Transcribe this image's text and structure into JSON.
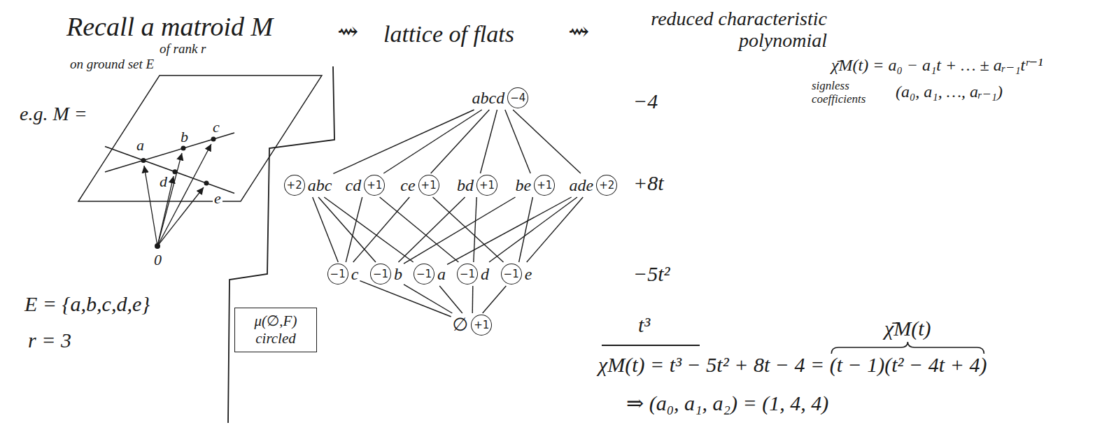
{
  "diagram": {
    "nodes": [
      {
        "text": [
          "abcd",
          "−4"
        ]
      },
      {
        "text": [
          "abc",
          "+2"
        ]
      },
      {
        "text": [
          "cd",
          "+1"
        ]
      },
      {
        "text": [
          "ce",
          "+1"
        ]
      },
      {
        "text": [
          "bd",
          "+1"
        ]
      },
      {
        "text": [
          "be",
          "+1"
        ]
      },
      {
        "text": [
          "ade",
          "+2"
        ]
      },
      {
        "text": [
          "c",
          "−1"
        ]
      },
      {
        "text": [
          "b",
          "−1"
        ]
      },
      {
        "text": [
          "a",
          "−1"
        ]
      },
      {
        "text": [
          "d",
          "−1"
        ]
      },
      {
        "text": [
          "e",
          "−1"
        ]
      },
      {
        "text": [
          "∅",
          "+1"
        ]
      },
      {
        "text": [
          "μ(∅,F) circled"
        ]
      }
    ],
    "edges": [
      {
        "from": 0,
        "to": 1,
        "arrow": "none"
      },
      {
        "from": 0,
        "to": 2,
        "arrow": "none"
      },
      {
        "from": 0,
        "to": 3,
        "arrow": "none"
      },
      {
        "from": 0,
        "to": 4,
        "arrow": "none"
      },
      {
        "from": 0,
        "to": 5,
        "arrow": "none"
      },
      {
        "from": 0,
        "to": 6,
        "arrow": "none"
      },
      {
        "from": 1,
        "to": 7,
        "arrow": "none"
      },
      {
        "from": 1,
        "to": 8,
        "arrow": "none"
      },
      {
        "from": 1,
        "to": 9,
        "arrow": "none"
      },
      {
        "from": 2,
        "to": 7,
        "arrow": "none"
      },
      {
        "from": 2,
        "to": 10,
        "arrow": "none"
      },
      {
        "from": 3,
        "to": 7,
        "arrow": "none"
      },
      {
        "from": 3,
        "to": 11,
        "arrow": "none"
      },
      {
        "from": 4,
        "to": 8,
        "arrow": "none"
      },
      {
        "from": 4,
        "to": 10,
        "arrow": "none"
      },
      {
        "from": 5,
        "to": 8,
        "arrow": "none"
      },
      {
        "from": 5,
        "to": 11,
        "arrow": "none"
      },
      {
        "from": 6,
        "to": 9,
        "arrow": "none"
      },
      {
        "from": 6,
        "to": 10,
        "arrow": "none"
      },
      {
        "from": 6,
        "to": 11,
        "arrow": "none"
      },
      {
        "from": 7,
        "to": 12,
        "arrow": "none"
      },
      {
        "from": 8,
        "to": 12,
        "arrow": "none"
      },
      {
        "from": 9,
        "to": 12,
        "arrow": "none"
      },
      {
        "from": 10,
        "to": 12,
        "arrow": "none"
      },
      {
        "from": 11,
        "to": 12,
        "arrow": "none"
      }
    ],
    "labels": [
      "Recall a matroid M",
      "of rank r",
      "on ground set E",
      "⇝",
      "lattice of flats",
      "⇝",
      "reduced characteristic polynomial",
      "χ̄M(t) = a₀ − a₁t + … ± aᵣ₋₁tʳ⁻¹",
      "signless coefficients",
      "(a₀, a₁, …, aᵣ₋₁)",
      "e.g. M =",
      "a",
      "b",
      "c",
      "d",
      "e",
      "0",
      "E = {a,b,c,d,e}",
      "r = 3",
      "−4",
      "+8t",
      "−5t²",
      "t³",
      "χ̄M(t)",
      "χM(t) = t³ − 5t² + 8t − 4 = (t − 1)(t² − 4t + 4)",
      "⇒ (a₀, a₁, a₂) = (1, 4, 4)"
    ]
  }
}
